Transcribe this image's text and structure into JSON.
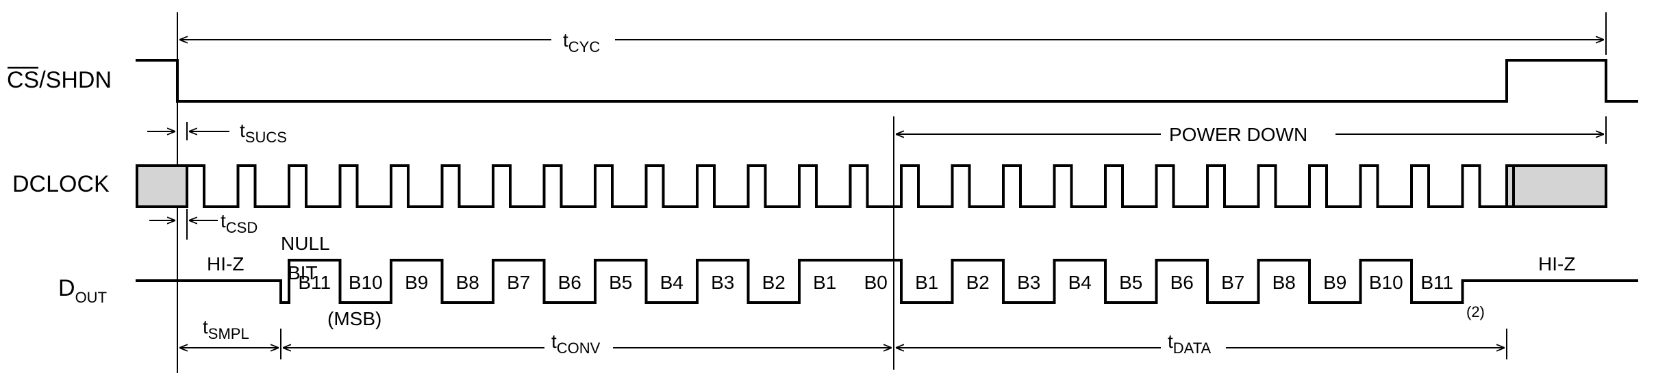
{
  "signals": {
    "cs": {
      "bar": "CS",
      "rest": "/SHDN"
    },
    "dclock": "DCLOCK",
    "dout": {
      "main": "D",
      "sub": "OUT"
    }
  },
  "timings": {
    "tcyc": {
      "main": "t",
      "sub": "CYC"
    },
    "tsucs": {
      "main": "t",
      "sub": "SUCS"
    },
    "tcsd": {
      "main": "t",
      "sub": "CSD"
    },
    "tsmpl": {
      "main": "t",
      "sub": "SMPL"
    },
    "tconv": {
      "main": "t",
      "sub": "CONV"
    },
    "tdata": {
      "main": "t",
      "sub": "DATA"
    }
  },
  "labels": {
    "power_down": "POWER DOWN",
    "hiz_left": "HI-Z",
    "hiz_right": "HI-Z",
    "null_line1": "NULL",
    "null_line2": "BIT",
    "msb": "(MSB)",
    "note2": "(2)"
  },
  "dout_bits": [
    "B11",
    "B10",
    "B9",
    "B8",
    "B7",
    "B6",
    "B5",
    "B4",
    "B3",
    "B2",
    "B1",
    "B0",
    "B1",
    "B2",
    "B3",
    "B4",
    "B5",
    "B6",
    "B7",
    "B8",
    "B9",
    "B10",
    "B11"
  ]
}
